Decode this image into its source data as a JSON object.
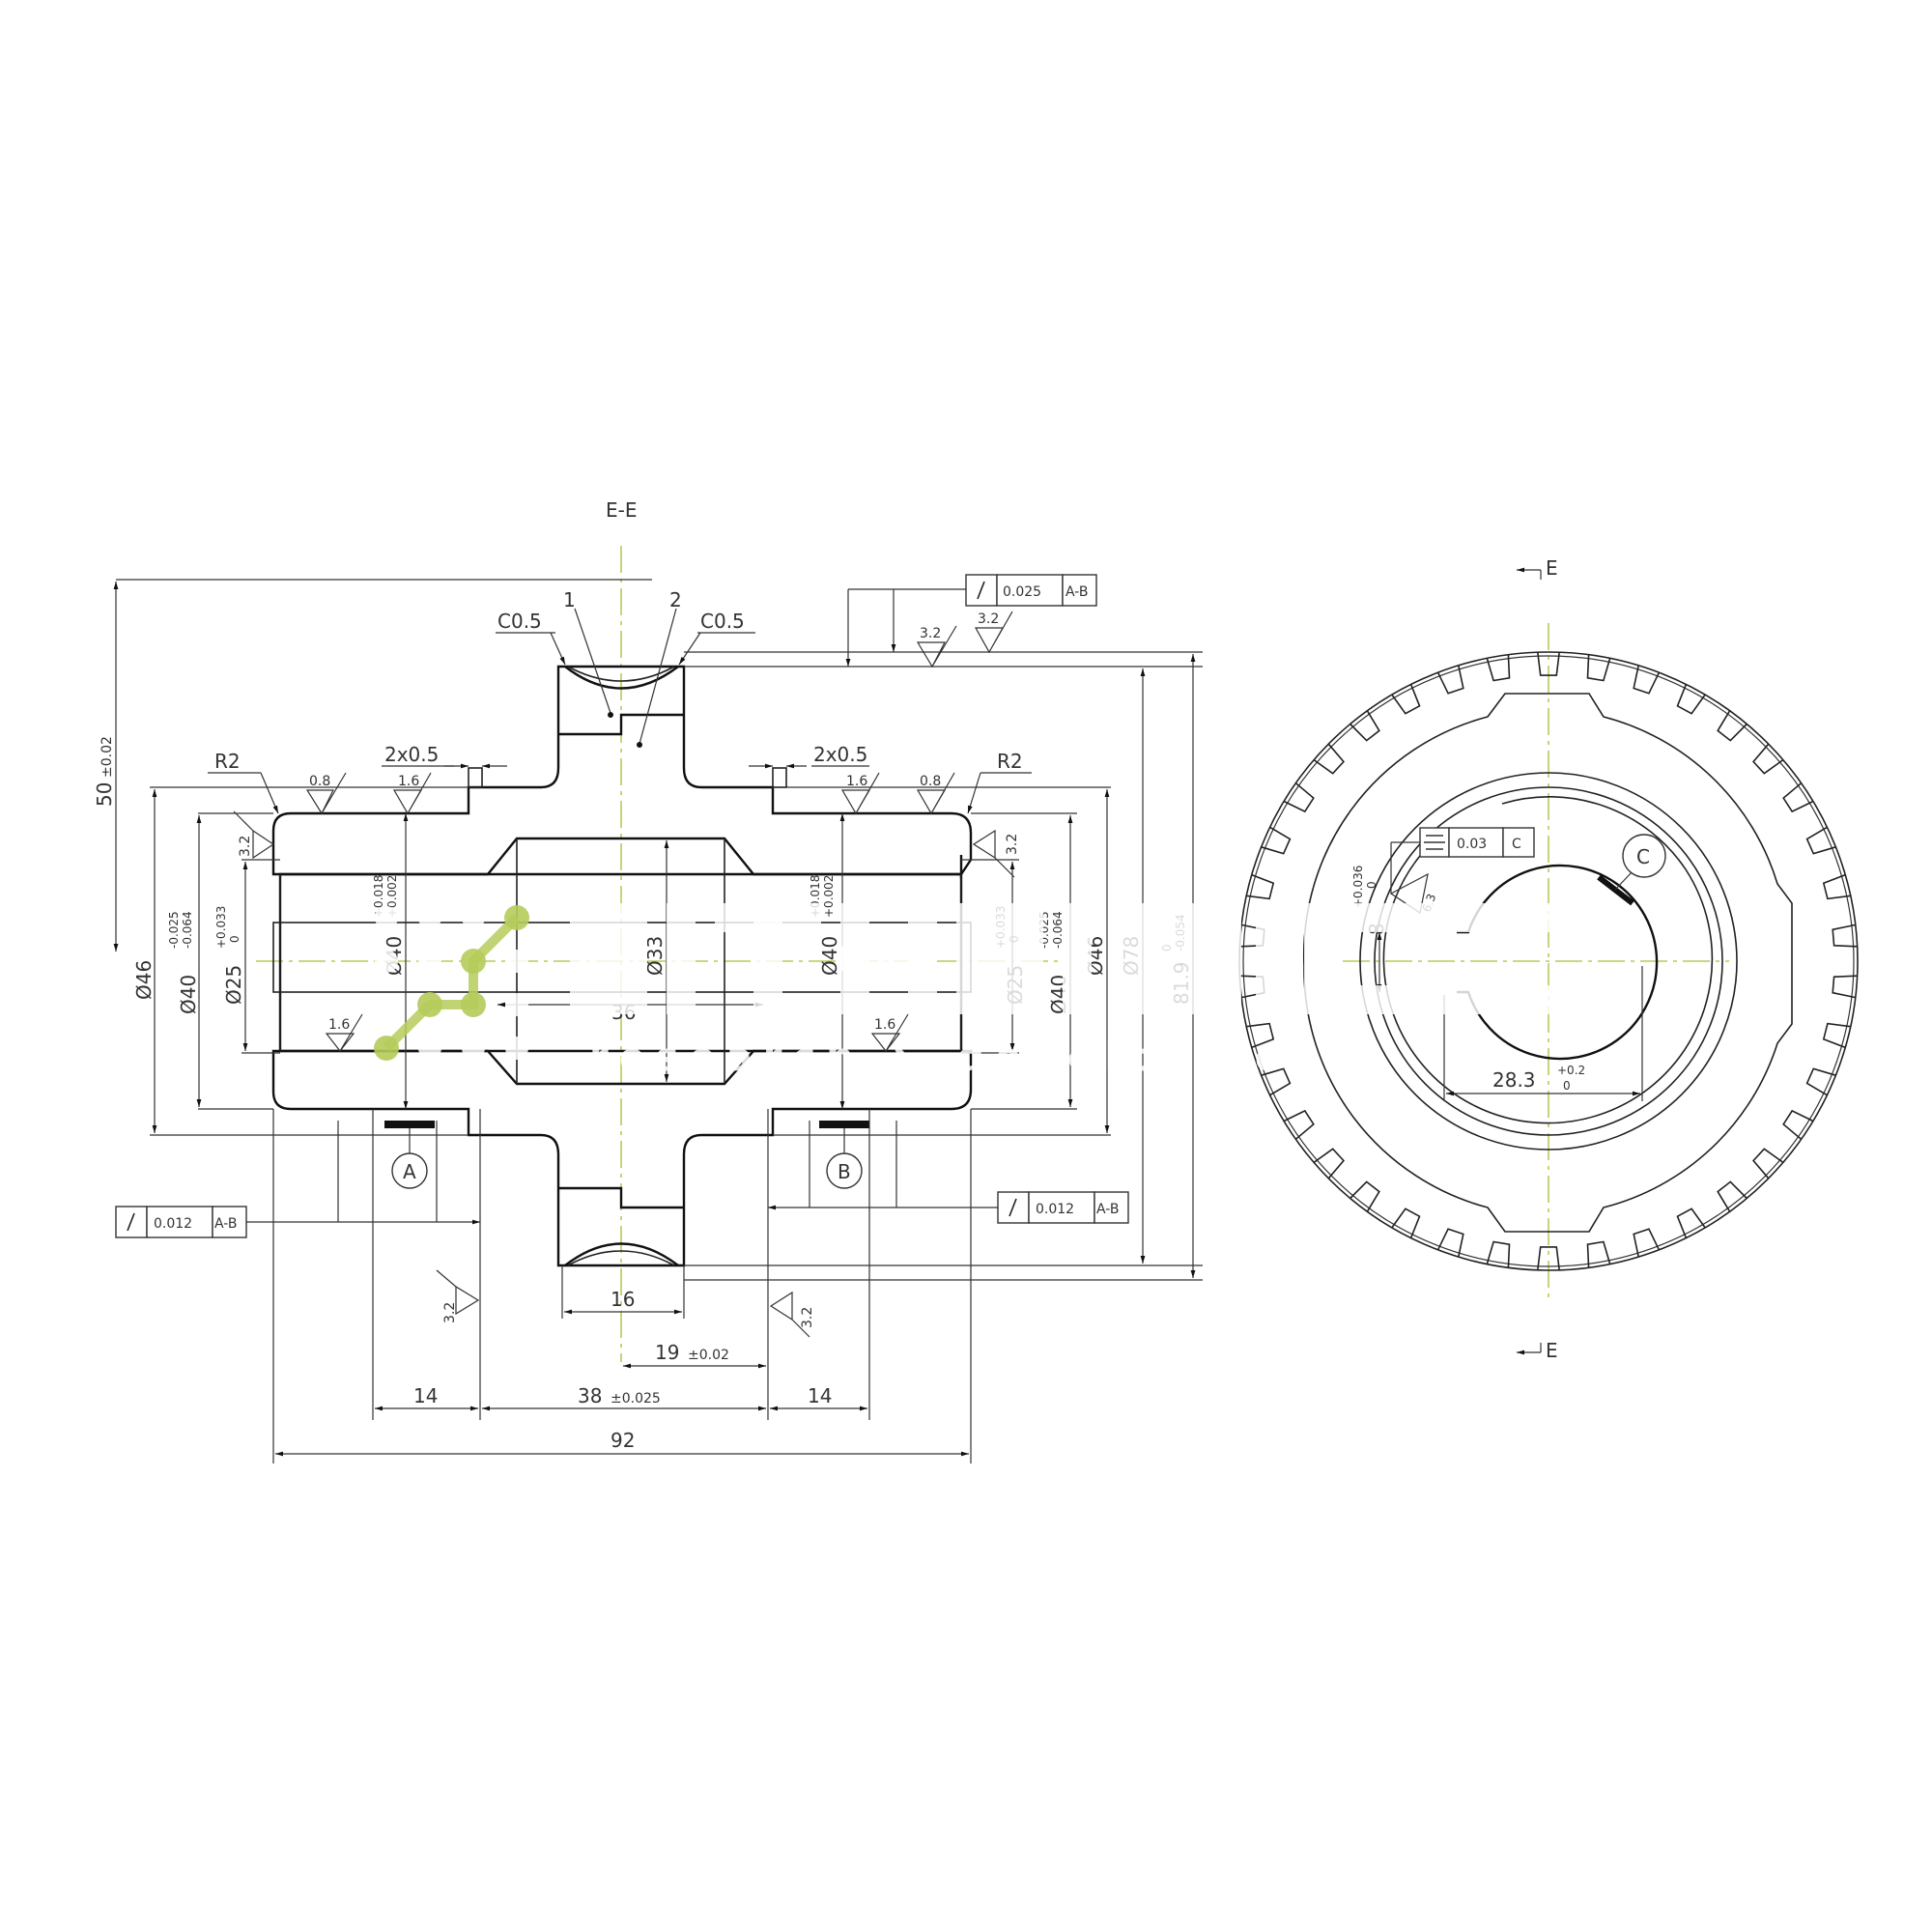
{
  "drawing": {
    "section_title": "E-E",
    "section_marker_top": "E",
    "section_marker_bottom": "E",
    "type": "worm gear assembly — section view and end view"
  },
  "section_view": {
    "callouts": {
      "chamfer_left": "C0.5",
      "chamfer_right": "C0.5",
      "part_1": "1",
      "part_2": "2",
      "radius_left": "R2",
      "radius_right": "R2",
      "groove_left": "2x0.5",
      "groove_right": "2x0.5"
    },
    "roughness": {
      "top_left_08": "0.8",
      "top_left_16": "1.6",
      "top_right_16": "1.6",
      "top_right_08": "0.8",
      "rim_left": "3.2",
      "rim_right": "3.2",
      "end_left": "3.2",
      "end_right": "3.2",
      "bore_left": "1.6",
      "bore_right": "1.6",
      "face_left_bottom": "3.2",
      "face_right_bottom": "3.2"
    },
    "dimensions": {
      "height_50": "50",
      "height_50_tol": "±0.02",
      "dia46_left": "Ø46",
      "dia40_left": "Ø40",
      "dia40_left_upper": "-0.025",
      "dia40_left_lower": "-0.064",
      "dia25_left": "Ø25",
      "dia25_left_upper": "+0.033",
      "dia25_left_lower": "0",
      "dia40_bearing_left": "Ø40",
      "dia40_bearing_left_upper": "+0.018",
      "dia40_bearing_left_lower": "+0.002",
      "dia33": "Ø33",
      "len36": "36",
      "dia40_bearing_right": "Ø40",
      "dia40_bearing_right_upper": "+0.018",
      "dia40_bearing_right_lower": "+0.002",
      "dia25_right": "Ø25",
      "dia25_right_upper": "+0.033",
      "dia25_right_lower": "0",
      "dia40_right": "Ø40",
      "dia40_right_upper": "-0.025",
      "dia40_right_lower": "-0.064",
      "dia46_right": "Ø46",
      "dia78": "Ø78",
      "dia81_9": "81.9",
      "dia81_9_upper": "0",
      "dia81_9_lower": "-0.054",
      "width16": "16",
      "offset19": "19",
      "offset19_tol": "±0.02",
      "len14_left": "14",
      "len38": "38",
      "len38_tol": "±0.025",
      "len14_right": "14",
      "len92": "92"
    },
    "datums": {
      "a": "A",
      "b": "B"
    },
    "fcf_top": {
      "symbol": "runout",
      "tolerance": "0.025",
      "datum": "A-B"
    },
    "fcf_left": {
      "symbol": "runout",
      "tolerance": "0.012",
      "datum": "A-B"
    },
    "fcf_right": {
      "symbol": "runout",
      "tolerance": "0.012",
      "datum": "A-B"
    }
  },
  "end_view": {
    "teeth_count": 38,
    "fcf": {
      "symbol": "symmetry",
      "tolerance": "0.03",
      "datum": "C"
    },
    "datum_c": "C",
    "keyway_width": "8",
    "keyway_upper": "+0.036",
    "keyway_lower": "0",
    "keyway_roughness": "6.3",
    "keyway_depth": "28.3",
    "keyway_depth_upper": "+0.2",
    "keyway_depth_lower": "0"
  },
  "watermark": {
    "subtitle": "research & development"
  },
  "colors": {
    "line": "#222222",
    "centerline": "#b5cc5a",
    "logo_accent": "#b5cc5a",
    "background": "#ffffff"
  }
}
